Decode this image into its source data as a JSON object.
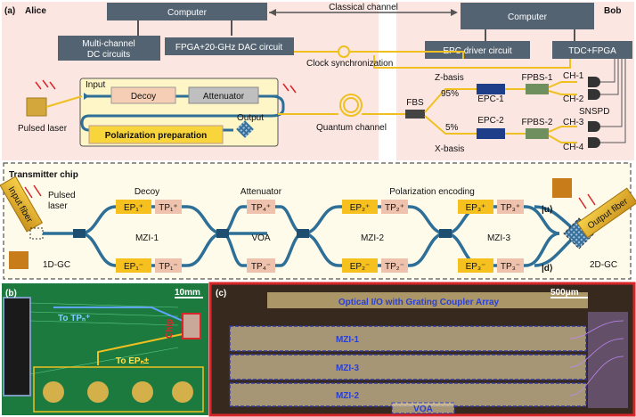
{
  "panel_a": {
    "tag": "(a)",
    "alice": "Alice",
    "bob": "Bob",
    "computer_left": "Computer",
    "computer_right": "Computer",
    "classical_channel": "Classical channel",
    "multi_dc": "Multi-channel\nDC circuits",
    "fpga_dac": "FPGA+20-GHz DAC circuit",
    "clock_sync": "Clock synchronization",
    "epc_driver": "EPC driver circuit",
    "tdc_fpga": "TDC+FPGA",
    "input": "Input",
    "decoy": "Decoy",
    "attenuator": "Attenuator",
    "output": "Output",
    "polarization_prep": "Polarization preparation",
    "pulsed_laser": "Pulsed laser",
    "quantum_channel": "Quantum channel",
    "fbs": "FBS",
    "z_basis": "Z-basis",
    "pct95": "95%",
    "pct5": "5%",
    "x_basis": "X-basis",
    "epc1": "EPC-1",
    "epc2": "EPC-2",
    "fpbs1": "FPBS-1",
    "fpbs2": "FPBS-2",
    "ch1": "CH-1",
    "ch2": "CH-2",
    "ch3": "CH-3",
    "ch4": "CH-4",
    "snspd": "SNSPD"
  },
  "transmitter": {
    "title": "Transmitter chip",
    "pulsed_laser": "Pulsed\nlaser",
    "input_fiber": "Input fiber",
    "gc1d": "1D-GC",
    "decoy": "Decoy",
    "attenuator": "Attenuator",
    "polarization_encoding": "Polarization encoding",
    "mzi1": "MZI-1",
    "voa": "VOA",
    "mzi2": "MZI-2",
    "mzi3": "MZI-3",
    "ep1p": "EP₁⁺",
    "tp1p": "TP₁⁺",
    "ep1m": "EP₁⁻",
    "tp1m": "TP₁⁻",
    "tp4p": "TP₄⁺",
    "tp4m": "TP₄⁻",
    "ep2p": "EP₂⁺",
    "tp2p": "TP₂⁺",
    "ep2m": "EP₂⁻",
    "tp2m": "TP₂⁻",
    "ep3p": "EP₃⁺",
    "tp3p": "TP₃⁺",
    "ep3m": "EP₃⁻",
    "tp3m": "TP₃⁻",
    "ket_u": "|u⟩",
    "ket_d": "|d⟩",
    "output_fiber": "Output fiber",
    "gc2d": "2D-GC"
  },
  "panel_b": {
    "tag": "(b)",
    "scale": "10mm",
    "to_tp": "To TPₙ⁺",
    "to_ep": "To EPₙ±",
    "chip": "Chip"
  },
  "panel_c": {
    "tag": "(c)",
    "scale": "500μm",
    "optical_io": "Optical I/O with Grating Coupler Array",
    "mzi1": "MZI-1",
    "mzi3": "MZI-3",
    "mzi2": "MZI-2",
    "voa": "VOA"
  },
  "colors": {
    "alice_bg": "#fbe6e2",
    "bob_bg": "#fbe6e2",
    "box_dark": "#546371",
    "yellow": "#f8d53a",
    "decoy_fill": "#f6cdb5",
    "attn_fill": "#bfbfbf",
    "chip_border": "#d4a73c",
    "fiber_yellow": "#f0c020",
    "waveguide": "#2d6f96",
    "ep_fill": "#f6c01e",
    "tp_fill": "#eec2ad",
    "fpbs_fill": "#6f8f5e",
    "pcb_green": "#1d7a3f",
    "die_bg": "#37291e",
    "red_frame": "#d8262a"
  }
}
